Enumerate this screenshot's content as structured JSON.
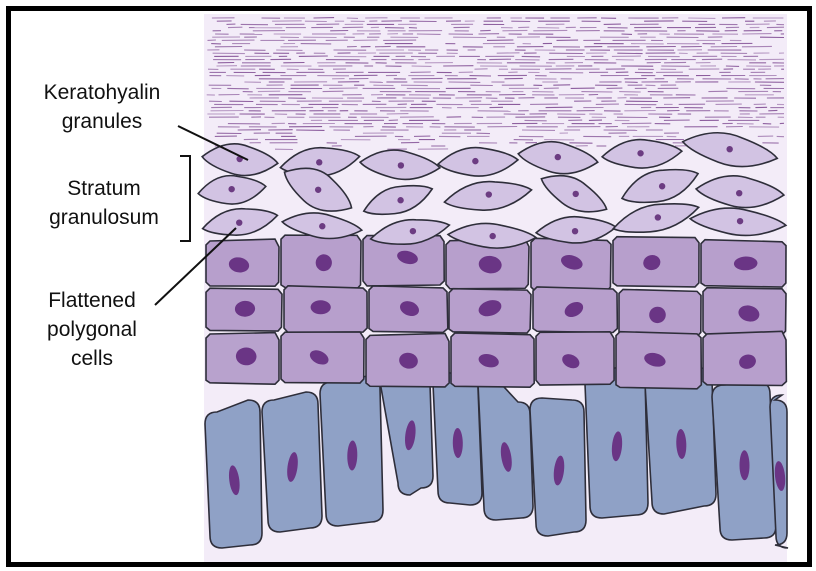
{
  "labels": {
    "keratohyalin": [
      "Keratohyalin",
      "granules"
    ],
    "stratum": [
      "Stratum",
      "granulosum"
    ],
    "flattened": [
      "Flattened",
      "polygonal",
      "cells"
    ]
  },
  "colors": {
    "frame": "#000000",
    "background": "#f3ecf8",
    "keratin_line": "#8a5a9c",
    "granular_cell": "#d2c3e3",
    "granular_nucleus": "#6c3c82",
    "spinous_cell": "#b79fcc",
    "spinous_nucleus": "#6a3585",
    "basal_cell": "#8fa1c6",
    "basal_nucleus": "#6a3585",
    "outline": "#2e2e3a"
  }
}
